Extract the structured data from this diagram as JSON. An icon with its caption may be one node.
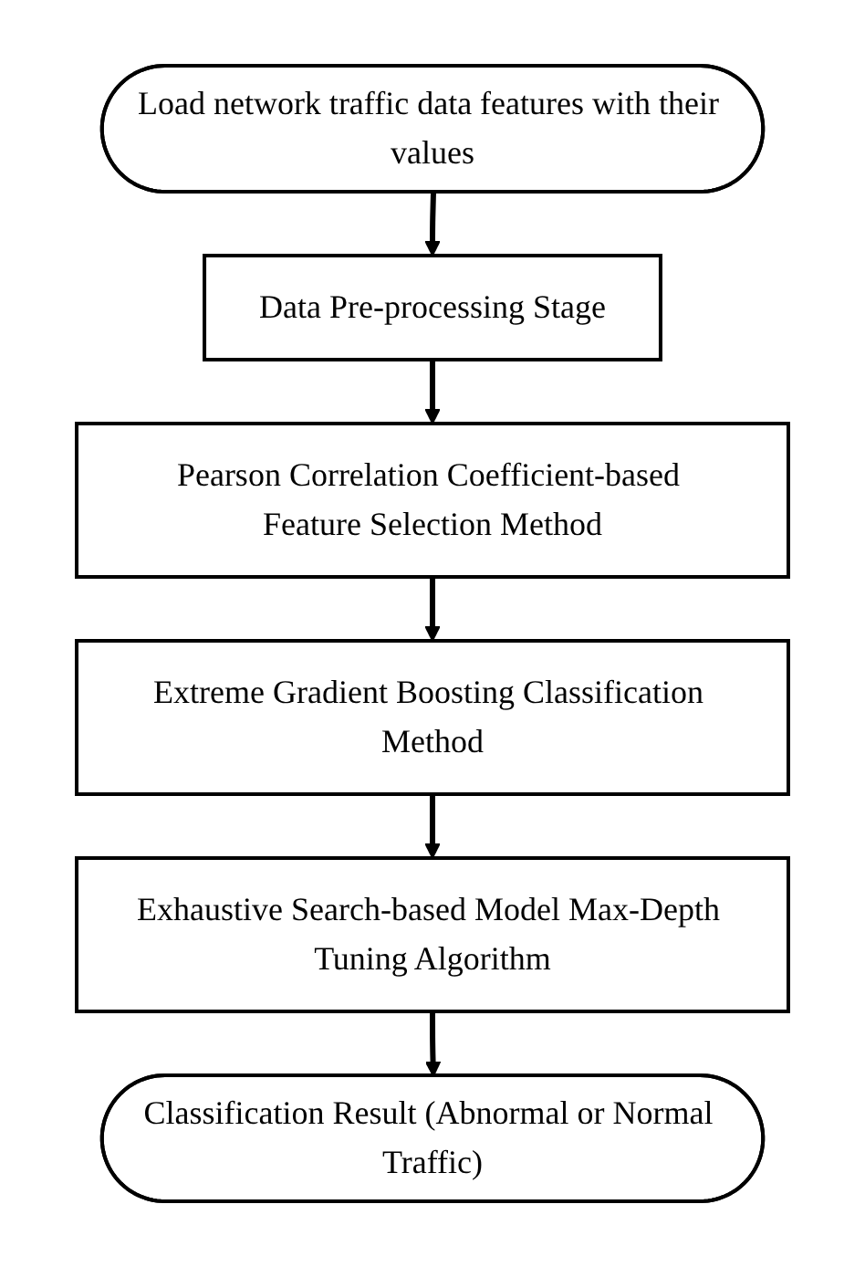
{
  "diagram": {
    "nodes": [
      {
        "text": [
          "Load network traffic data features with their values"
        ]
      },
      {
        "text": [
          "Data Pre-processing Stage"
        ]
      },
      {
        "text": [
          "Pearson Correlation Coefficient-based Feature Selection Method"
        ]
      },
      {
        "text": [
          "Extreme Gradient Boosting Classification Method"
        ]
      },
      {
        "text": [
          "Exhaustive Search-based Model Max-Depth Tuning Algorithm"
        ]
      },
      {
        "text": [
          "Classification Result (Abnormal or Normal Traffic)"
        ]
      }
    ],
    "edges": [
      {
        "from": 0,
        "to": 1,
        "arrow": "to"
      },
      {
        "from": 1,
        "to": 2,
        "arrow": "to"
      },
      {
        "from": 2,
        "to": 3,
        "arrow": "to"
      },
      {
        "from": 3,
        "to": 4,
        "arrow": "to"
      },
      {
        "from": 4,
        "to": 5,
        "arrow": "to"
      }
    ]
  }
}
